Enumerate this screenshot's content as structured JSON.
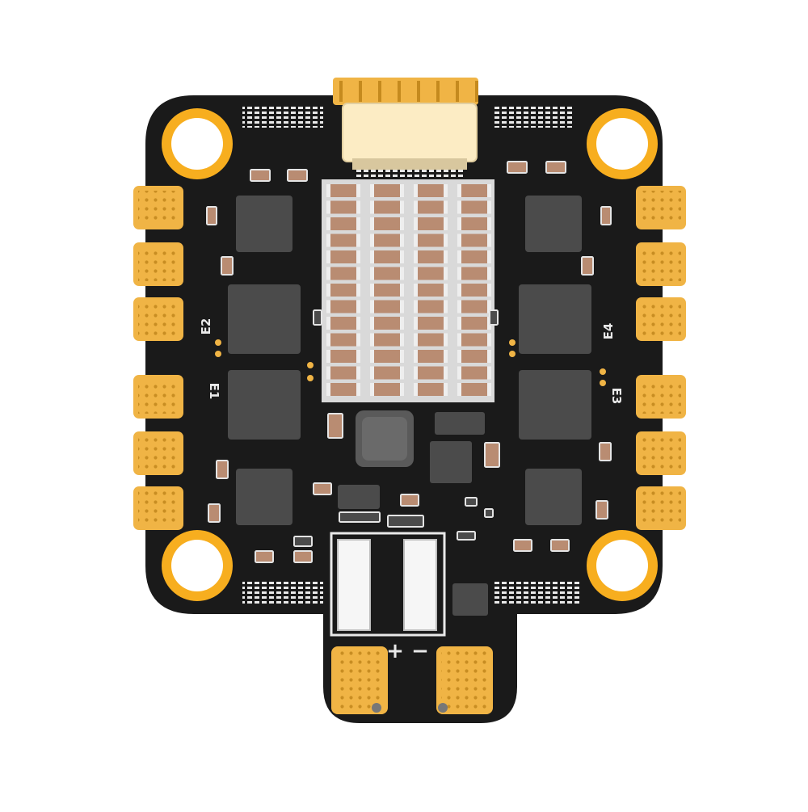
{
  "board": {
    "labels": {
      "e1": "E1",
      "e2": "E2",
      "e3": "E3",
      "e4": "E4"
    },
    "power": {
      "plus": "+",
      "minus": "−"
    }
  },
  "colors": {
    "pcb": "#1a1a1a",
    "pad_gold": "#f0b445",
    "ring_gold": "#f7ae1f",
    "connector": "#fcecc4",
    "chip": "#4b4b4b",
    "resistor": "#b98c72",
    "silkscreen": "#e9e9e9"
  }
}
